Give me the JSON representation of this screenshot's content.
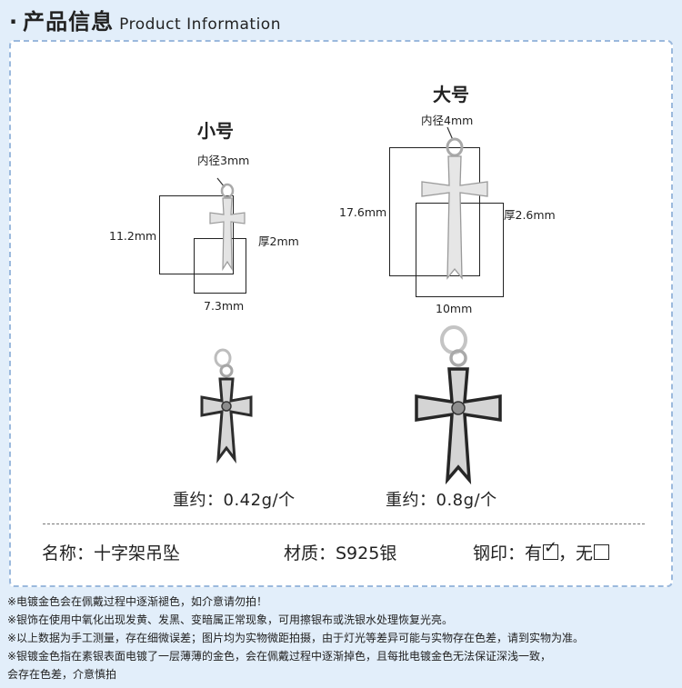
{
  "header": {
    "bullet": "·",
    "title_cn": "产品信息",
    "title_en": "Product Information"
  },
  "small": {
    "title": "小号",
    "inner": "内径3mm",
    "height": "11.2mm",
    "thickness": "厚2mm",
    "width": "7.3mm",
    "weight": "重约：0.42g/个"
  },
  "large": {
    "title": "大号",
    "inner": "内径4mm",
    "height": "17.6mm",
    "thickness": "厚2.6mm",
    "width": "10mm",
    "weight": "重约：0.8g/个"
  },
  "info": {
    "name": "名称：十字架吊坠",
    "material": "材质：S925银",
    "stamp_label": "钢印：有",
    "stamp_sep": "，无",
    "stamp_yes_mark": "✓"
  },
  "notes": [
    "※电镀金色会在佩戴过程中逐渐褪色，如介意请勿拍！",
    "※银饰在使用中氧化出现发黄、发黑、变暗属正常现象，可用擦银布或洗银水处理恢复光亮。",
    "※以上数据为手工测量，存在细微误差；图片均为实物微距拍摄，由于灯光等差异可能与实物存在色差，请到实物为准。",
    "※银镀金色指在素银表面电镀了一层薄薄的金色，会在佩戴过程中逐渐掉色，且每批电镀金色无法保证深浅一致，",
    "会存在色差，介意慎拍"
  ]
}
